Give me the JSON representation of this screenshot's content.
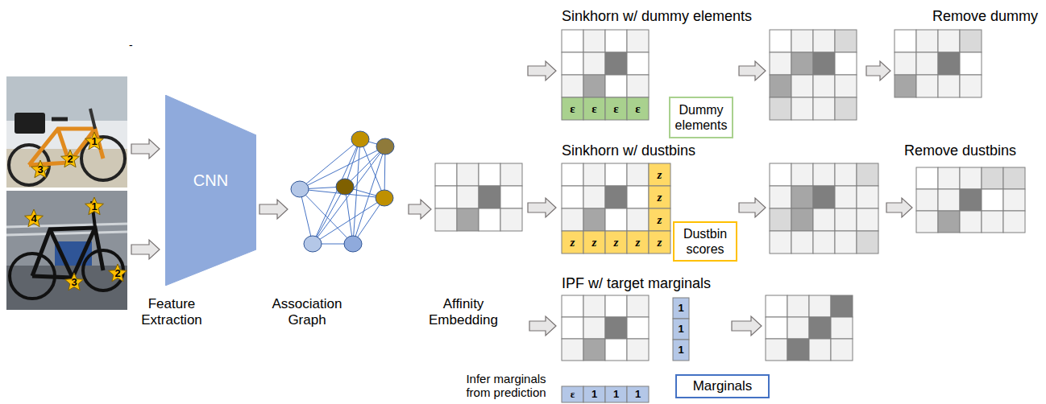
{
  "diagram": {
    "nodes": [
      {
        "text": [
          "CNN"
        ]
      },
      {
        "text": [
          "Dummy elements"
        ]
      },
      {
        "text": [
          "Dustbin scores"
        ]
      },
      {
        "text": [
          "Marginals"
        ]
      }
    ],
    "labels": [
      "-",
      "1",
      "2",
      "3",
      "1",
      "4",
      "2",
      "3",
      "Sinkhorn w/ dummy elements",
      "Remove dummy",
      "ε",
      "ε",
      "ε",
      "ε",
      "Sinkhorn w/ dustbins",
      "Remove dustbins",
      "z",
      "z",
      "z",
      "z",
      "z",
      "z",
      "z",
      "z",
      "Feature Extraction",
      "Association Graph",
      "Affinity Embedding",
      "IPF w/ target marginals",
      "1",
      "1",
      "1",
      "Infer marginals from prediction",
      "ε",
      "1",
      "1",
      "1"
    ]
  }
}
